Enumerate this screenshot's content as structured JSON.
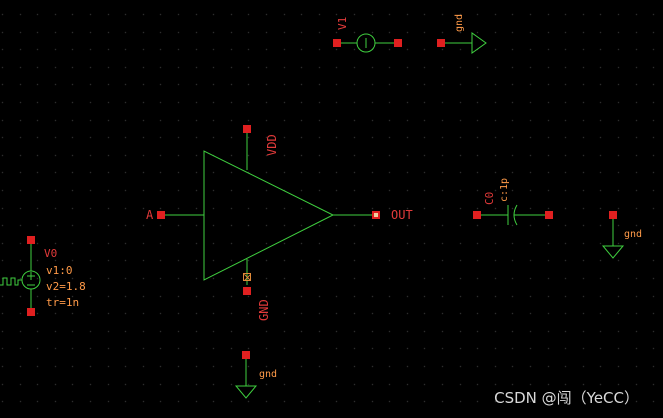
{
  "labels": {
    "v1_name": "V1",
    "gnd_top": "gnd",
    "vdd": "VDD",
    "input_a": "A",
    "output": "OUT",
    "gnd_pin": "GND",
    "gnd_bottom": "gnd",
    "cap_name": "C0",
    "cap_value": "c:1p",
    "gnd_right": "gnd",
    "v0_name": "V0",
    "v0_v1": "v1:0",
    "v0_v2": "v2=1.8",
    "v0_tr": "tr=1n"
  },
  "watermark": "CSDN @闯（YeCC）",
  "colors": {
    "background": "#000000",
    "wire": "#3fcf3f",
    "pin": "#e02020",
    "label_red": "#e33a3a",
    "label_orange": "#ff9a48",
    "grid_dot": "#505050"
  }
}
